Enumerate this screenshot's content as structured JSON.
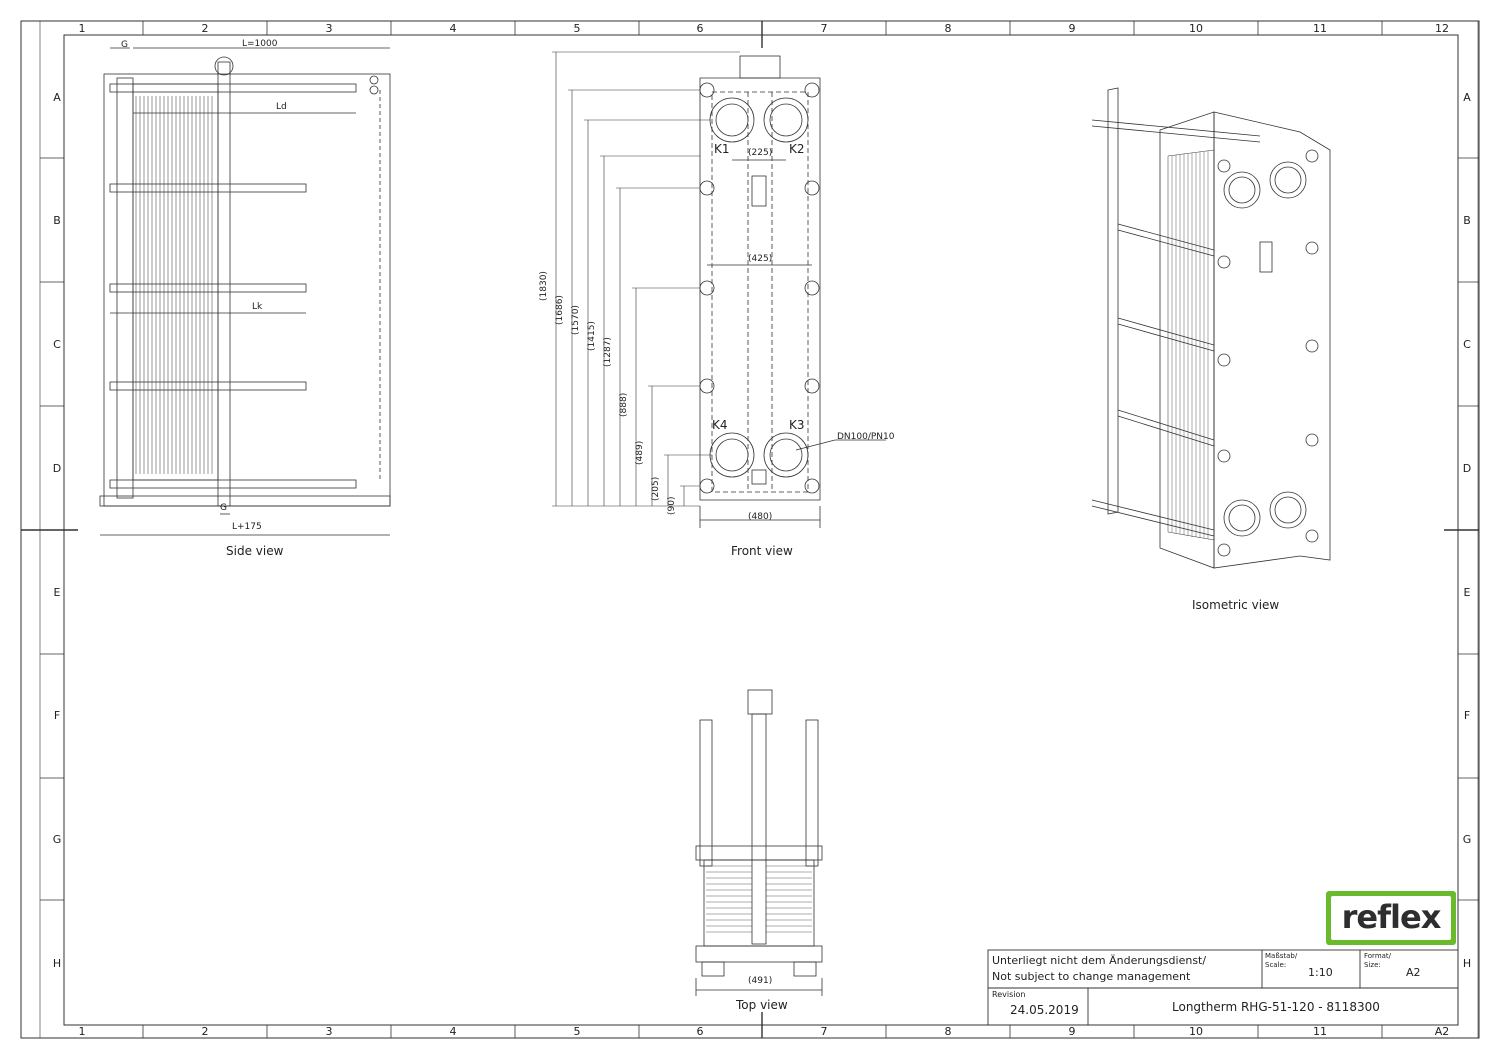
{
  "grid": {
    "columns": [
      "1",
      "2",
      "3",
      "4",
      "5",
      "6",
      "7",
      "8",
      "9",
      "10",
      "11",
      "12"
    ],
    "bottom_columns": [
      "1",
      "2",
      "3",
      "4",
      "5",
      "6",
      "7",
      "8",
      "9",
      "10",
      "11",
      "A2"
    ],
    "rows": [
      "A",
      "B",
      "C",
      "D",
      "E",
      "F",
      "G",
      "H"
    ]
  },
  "side_view": {
    "title": "Side view",
    "dims": {
      "g_top": "G",
      "length": "L=1000",
      "ld": "Ld",
      "lk": "Lk",
      "g_bottom": "G",
      "total": "L+175"
    }
  },
  "front_view": {
    "title": "Front view",
    "ports": {
      "k1": "K1",
      "k2": "K2",
      "k3": "K3",
      "k4": "K4"
    },
    "connection": "DN100/PN10",
    "horizontal_dims": {
      "port_spacing": "(225)",
      "bolt_spacing": "(425)",
      "width": "(480)"
    },
    "vertical_dims": [
      "(1830)",
      "(1686)",
      "(1570)",
      "(1415)",
      "(1287)",
      "(888)",
      "(489)",
      "(205)",
      "(90)"
    ]
  },
  "isometric_view": {
    "title": "Isometric view"
  },
  "top_view": {
    "title": "Top view",
    "width": "(491)"
  },
  "logo": {
    "text": "reflex",
    "color": "#6aba2e"
  },
  "title_block": {
    "notice_de": "Unterliegt nicht dem Änderungsdienst/",
    "notice_en": "Not subject to change management",
    "scale_label_de": "Maßstab/",
    "scale_label_en": "Scale:",
    "scale": "1:10",
    "format_label_de": "Format/",
    "format_label_en": "Size:",
    "format": "A2",
    "revision_label": "Revision",
    "revision_date": "24.05.2019",
    "drawing_title": "Longtherm RHG-51-120 - 8118300"
  }
}
